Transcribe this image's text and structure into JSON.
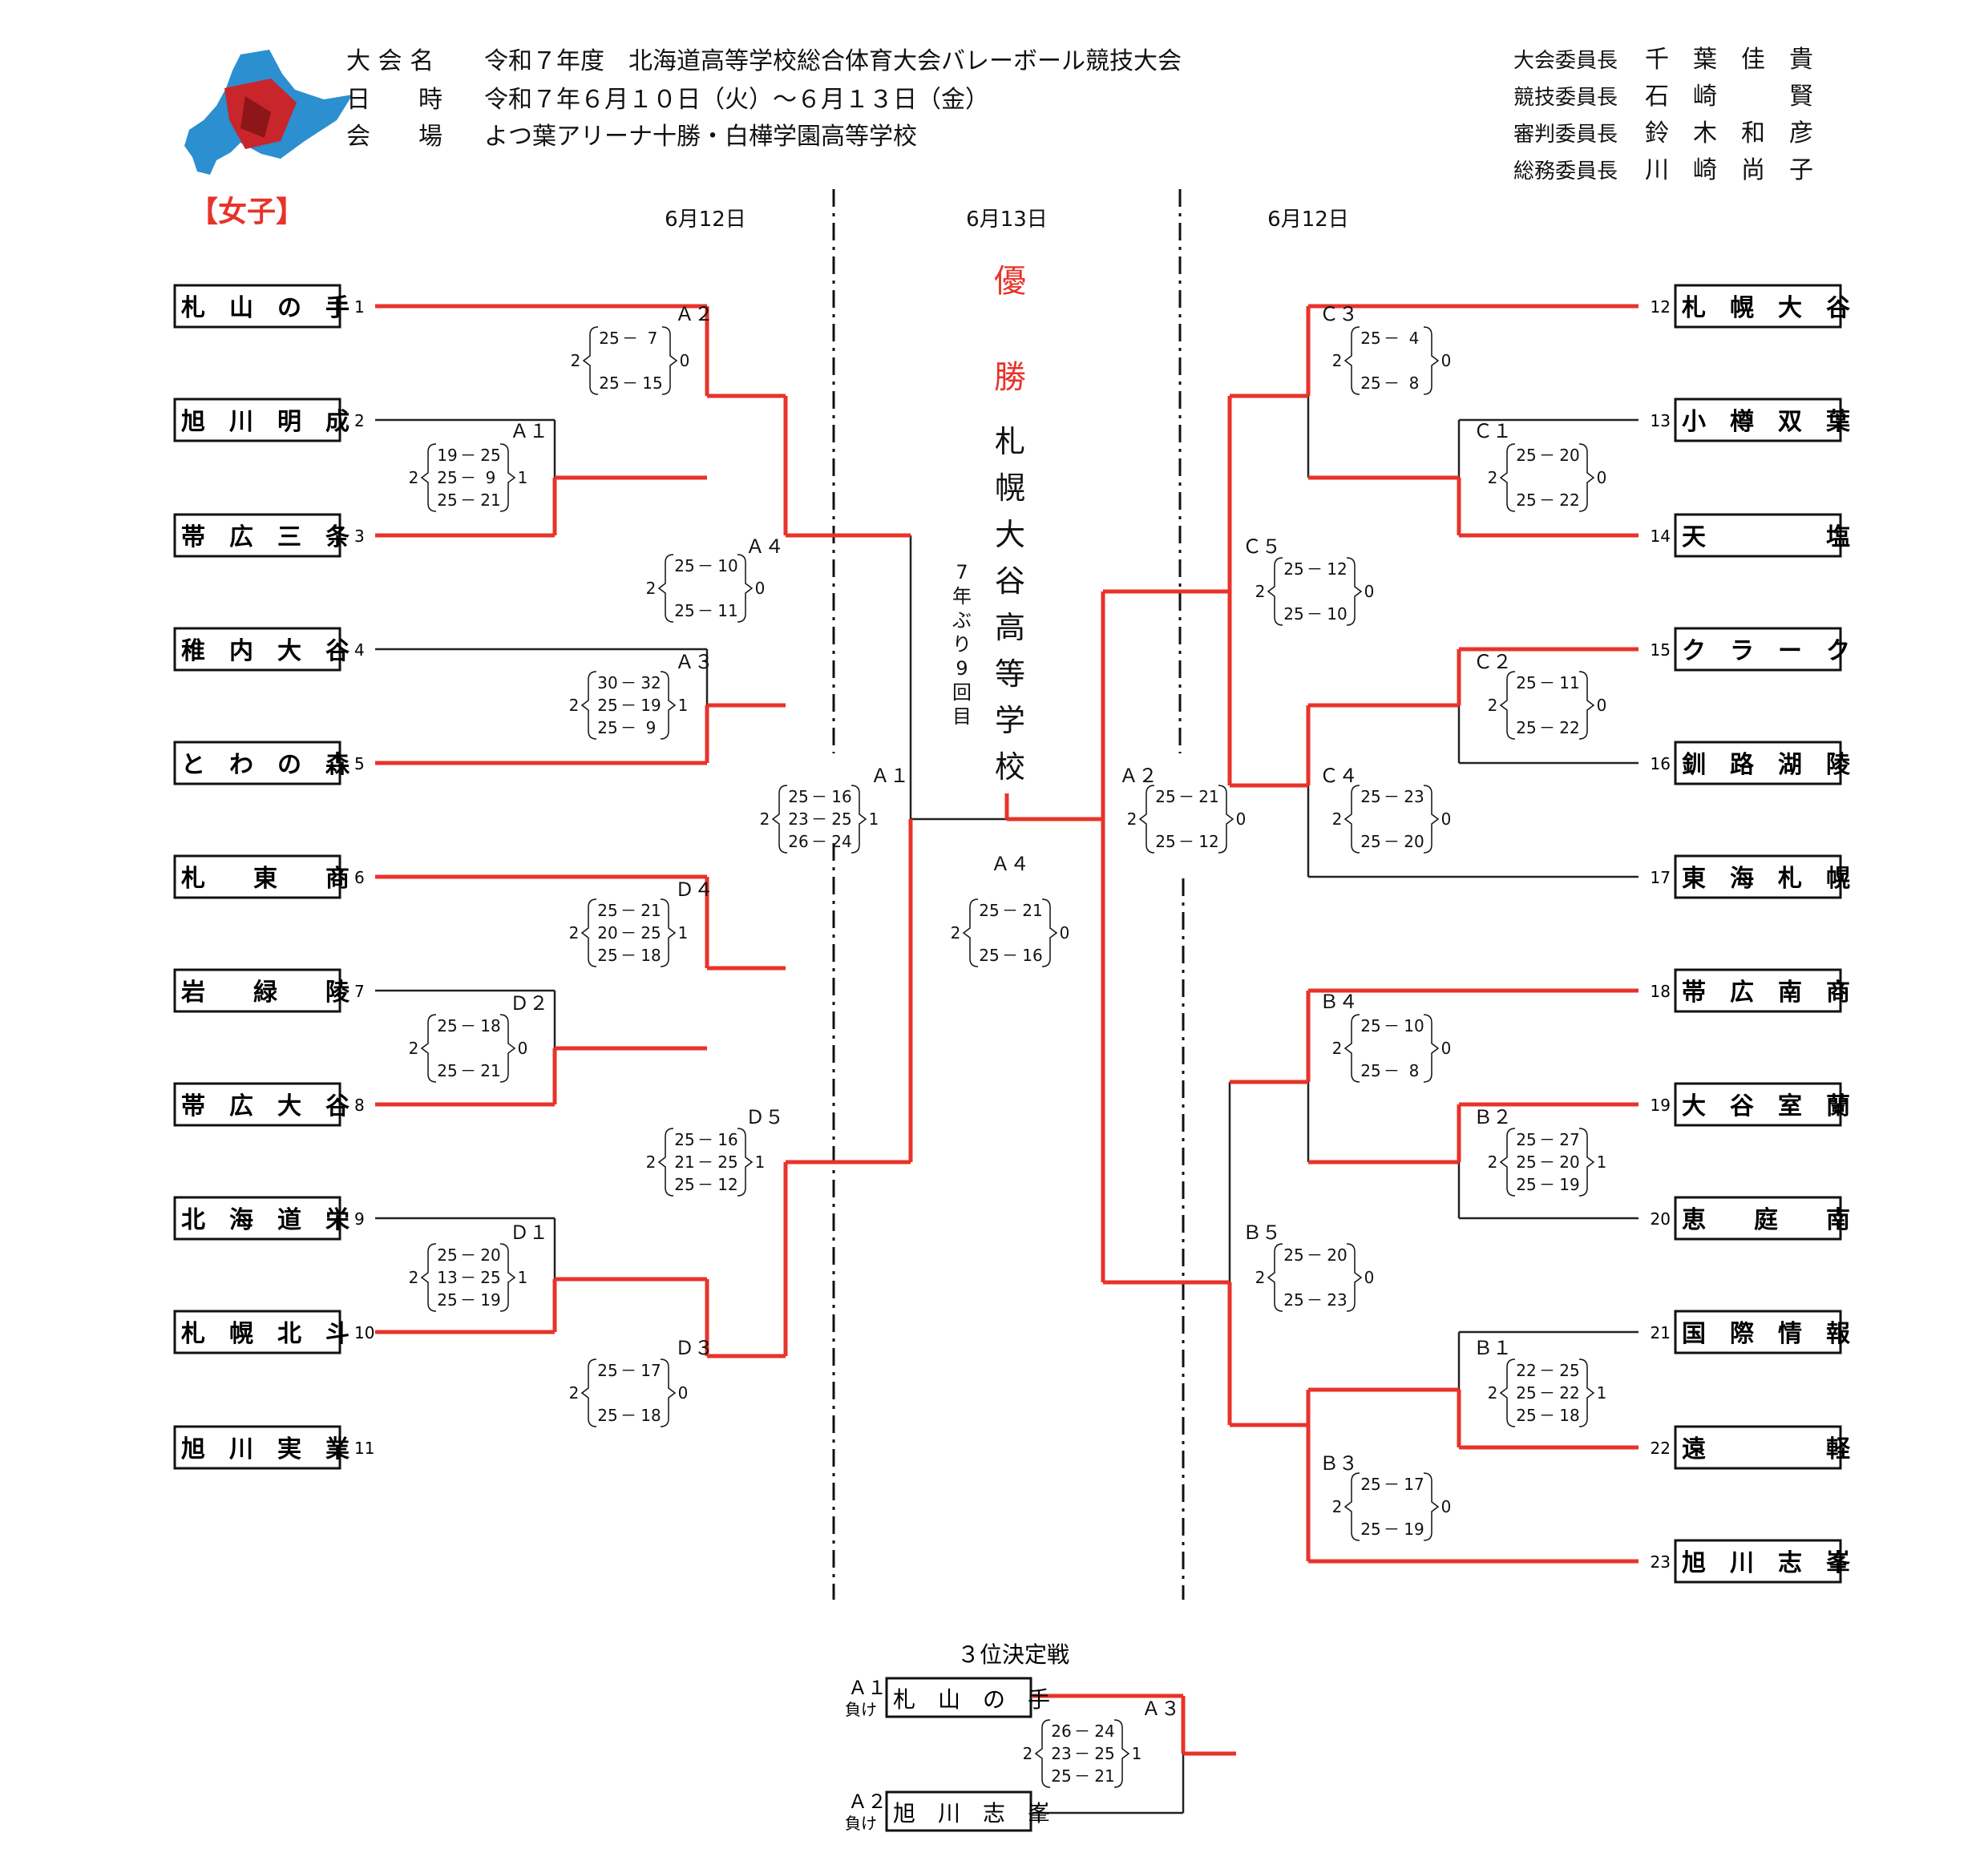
{
  "header": {
    "event_label": "大 会 名",
    "event_value": "令和７年度　北海道高等学校総合体育大会バレーボール競技大会",
    "date_label": "日　　時",
    "date_value": "令和７年６月１０日（火）～６月１３日（金）",
    "venue_label": "会　　場",
    "venue_value": "よつ葉アリーナ十勝・白樺学園高等学校",
    "division": "【女子】",
    "officials": [
      {
        "role": "大会委員長",
        "name": "千　葉　佳　貴"
      },
      {
        "role": "競技委員長",
        "name": "石　崎　　　賢"
      },
      {
        "role": "審判委員長",
        "name": "鈴　木　和　彦"
      },
      {
        "role": "総務委員長",
        "name": "川　崎　尚　子"
      }
    ]
  },
  "day_labels": {
    "left": "6月12日",
    "center": "6月13日",
    "right": "6月12日"
  },
  "champion": {
    "title": "優　勝",
    "chars": [
      "札",
      "幌",
      "大",
      "谷",
      "高",
      "等",
      "学",
      "校"
    ],
    "note": "7年ぶり9回目"
  },
  "teams": [
    {
      "seed": "1",
      "name": "札　山　の　手"
    },
    {
      "seed": "2",
      "name": "旭　川　明　成"
    },
    {
      "seed": "3",
      "name": "帯　広　三　条"
    },
    {
      "seed": "4",
      "name": "稚　内　大　谷"
    },
    {
      "seed": "5",
      "name": "と　わ　の　森"
    },
    {
      "seed": "6",
      "name": "札　　東　　商"
    },
    {
      "seed": "7",
      "name": "岩　　緑　　陵"
    },
    {
      "seed": "8",
      "name": "帯　広　大　谷"
    },
    {
      "seed": "9",
      "name": "北　海　道　栄"
    },
    {
      "seed": "10",
      "name": "札　幌　北　斗"
    },
    {
      "seed": "11",
      "name": "旭　川　実　業"
    },
    {
      "seed": "12",
      "name": "札　幌　大　谷"
    },
    {
      "seed": "13",
      "name": "小　樽　双　葉"
    },
    {
      "seed": "14",
      "name": "天　　　　　塩"
    },
    {
      "seed": "15",
      "name": "ク　ラ　ー　ク"
    },
    {
      "seed": "16",
      "name": "釧　路　湖　陵"
    },
    {
      "seed": "17",
      "name": "東　海　札　幌"
    },
    {
      "seed": "18",
      "name": "帯　広　南　商"
    },
    {
      "seed": "19",
      "name": "大　谷　室　蘭"
    },
    {
      "seed": "20",
      "name": "恵　　庭　　南"
    },
    {
      "seed": "21",
      "name": "国　際　情　報"
    },
    {
      "seed": "22",
      "name": "遠　　　　　軽"
    },
    {
      "seed": "23",
      "name": "旭　川　志　峯"
    }
  ],
  "matches": [
    {
      "id": "A2",
      "label": "Ａ２",
      "wins_top": "2",
      "wins_bottom": "0",
      "sets": [
        [
          "25",
          "7"
        ],
        [
          "25",
          "15"
        ]
      ]
    },
    {
      "id": "A1L",
      "label": "Ａ１",
      "wins_top": "2",
      "wins_bottom": "1",
      "sets": [
        [
          "19",
          "25"
        ],
        [
          "25",
          "9"
        ],
        [
          "25",
          "21"
        ]
      ]
    },
    {
      "id": "A4L",
      "label": "Ａ４",
      "wins_top": "2",
      "wins_bottom": "0",
      "sets": [
        [
          "25",
          "10"
        ],
        [
          "25",
          "11"
        ]
      ]
    },
    {
      "id": "A3L",
      "label": "Ａ３",
      "wins_top": "2",
      "wins_bottom": "1",
      "sets": [
        [
          "30",
          "32"
        ],
        [
          "25",
          "19"
        ],
        [
          "25",
          "9"
        ]
      ]
    },
    {
      "id": "D4",
      "label": "Ｄ４",
      "wins_top": "2",
      "wins_bottom": "1",
      "sets": [
        [
          "25",
          "21"
        ],
        [
          "20",
          "25"
        ],
        [
          "25",
          "18"
        ]
      ]
    },
    {
      "id": "D2",
      "label": "Ｄ２",
      "wins_top": "2",
      "wins_bottom": "0",
      "sets": [
        [
          "25",
          "18"
        ],
        [
          "25",
          "21"
        ]
      ]
    },
    {
      "id": "D5",
      "label": "Ｄ５",
      "wins_top": "2",
      "wins_bottom": "1",
      "sets": [
        [
          "25",
          "16"
        ],
        [
          "21",
          "25"
        ],
        [
          "25",
          "12"
        ]
      ]
    },
    {
      "id": "D1",
      "label": "Ｄ１",
      "wins_top": "2",
      "wins_bottom": "1",
      "sets": [
        [
          "25",
          "20"
        ],
        [
          "13",
          "25"
        ],
        [
          "25",
          "19"
        ]
      ]
    },
    {
      "id": "D3",
      "label": "Ｄ３",
      "wins_top": "2",
      "wins_bottom": "0",
      "sets": [
        [
          "25",
          "17"
        ],
        [
          "25",
          "18"
        ]
      ]
    },
    {
      "id": "SF1",
      "label": "Ａ１",
      "wins_top": "2",
      "wins_bottom": "1",
      "sets": [
        [
          "25",
          "16"
        ],
        [
          "23",
          "25"
        ],
        [
          "26",
          "24"
        ]
      ]
    },
    {
      "id": "FINAL",
      "label": "Ａ４",
      "wins_top": "2",
      "wins_bottom": "0",
      "sets": [
        [
          "25",
          "21"
        ],
        [
          "25",
          "16"
        ]
      ]
    },
    {
      "id": "SF2",
      "label": "Ａ２",
      "wins_top": "2",
      "wins_bottom": "0",
      "sets": [
        [
          "25",
          "21"
        ],
        [
          "25",
          "12"
        ]
      ]
    },
    {
      "id": "C3",
      "label": "Ｃ３",
      "wins_top": "2",
      "wins_bottom": "0",
      "sets": [
        [
          "25",
          "4"
        ],
        [
          "25",
          "8"
        ]
      ]
    },
    {
      "id": "C1",
      "label": "Ｃ１",
      "wins_top": "2",
      "wins_bottom": "0",
      "sets": [
        [
          "25",
          "20"
        ],
        [
          "25",
          "22"
        ]
      ]
    },
    {
      "id": "C5",
      "label": "Ｃ５",
      "wins_top": "2",
      "wins_bottom": "0",
      "sets": [
        [
          "25",
          "12"
        ],
        [
          "25",
          "10"
        ]
      ]
    },
    {
      "id": "C2",
      "label": "Ｃ２",
      "wins_top": "2",
      "wins_bottom": "0",
      "sets": [
        [
          "25",
          "11"
        ],
        [
          "25",
          "22"
        ]
      ]
    },
    {
      "id": "C4",
      "label": "Ｃ４",
      "wins_top": "2",
      "wins_bottom": "0",
      "sets": [
        [
          "25",
          "23"
        ],
        [
          "25",
          "20"
        ]
      ]
    },
    {
      "id": "B4",
      "label": "Ｂ４",
      "wins_top": "2",
      "wins_bottom": "0",
      "sets": [
        [
          "25",
          "10"
        ],
        [
          "25",
          "8"
        ]
      ]
    },
    {
      "id": "B2",
      "label": "Ｂ２",
      "wins_top": "2",
      "wins_bottom": "1",
      "sets": [
        [
          "25",
          "27"
        ],
        [
          "25",
          "20"
        ],
        [
          "25",
          "19"
        ]
      ]
    },
    {
      "id": "B5",
      "label": "Ｂ５",
      "wins_top": "2",
      "wins_bottom": "0",
      "sets": [
        [
          "25",
          "20"
        ],
        [
          "25",
          "23"
        ]
      ]
    },
    {
      "id": "B1",
      "label": "Ｂ１",
      "wins_top": "2",
      "wins_bottom": "1",
      "sets": [
        [
          "22",
          "25"
        ],
        [
          "25",
          "22"
        ],
        [
          "25",
          "18"
        ]
      ]
    },
    {
      "id": "B3",
      "label": "Ｂ３",
      "wins_top": "2",
      "wins_bottom": "0",
      "sets": [
        [
          "25",
          "17"
        ],
        [
          "25",
          "19"
        ]
      ]
    },
    {
      "id": "THIRD",
      "label": "Ａ３",
      "wins_top": "2",
      "wins_bottom": "1",
      "sets": [
        [
          "26",
          "24"
        ],
        [
          "23",
          "25"
        ],
        [
          "25",
          "21"
        ]
      ]
    }
  ],
  "third_place": {
    "title": "３位決定戦",
    "top_source": "Ａ１",
    "bottom_source": "Ａ２",
    "loser_note": "負け",
    "top_team": "札　山　の　手",
    "bottom_team": "旭　川　志　峯"
  },
  "colors": {
    "winner_line": "#e8332a",
    "normal_line": "#222222",
    "accent": "#e8332a",
    "map_blue": "#2b8fd0",
    "map_red": "#c8262b"
  }
}
